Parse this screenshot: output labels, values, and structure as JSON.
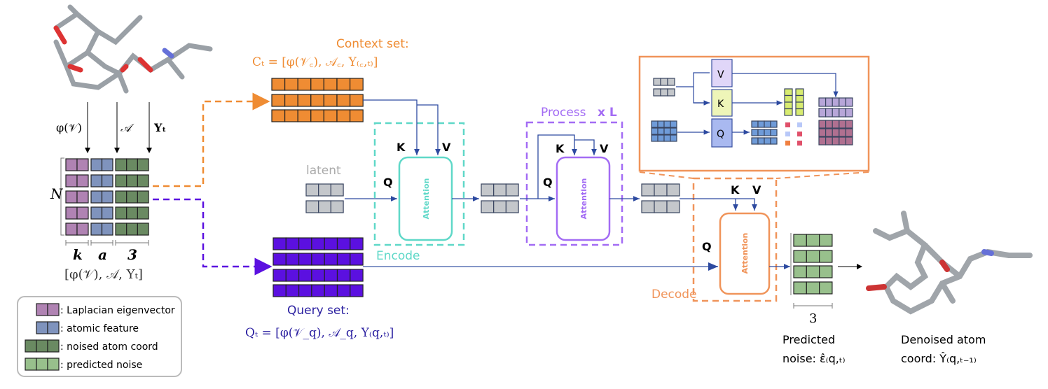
{
  "input": {
    "arrow_labels": [
      "φ(𝒱)",
      "𝒜",
      "Yₜ"
    ],
    "n_label": "N",
    "dim_labels": [
      "k",
      "a",
      "3"
    ],
    "formula": "[φ(𝒱), 𝒜, Yₜ]"
  },
  "legend": {
    "items": [
      {
        "label": ": Laplacian eigenvector",
        "color": "#b083b3"
      },
      {
        "label": ": atomic feature",
        "color": "#7f93bd"
      },
      {
        "label": ": noised atom coord",
        "color": "#6a8a62"
      },
      {
        "label": ": predicted noise",
        "color": "#98c08c"
      }
    ]
  },
  "context": {
    "title": "Context set:",
    "formula": "Cₜ = [φ(𝒱꜀), 𝒜꜀, Y₍꜀,ₜ₎]",
    "color": "#ef8c33"
  },
  "query": {
    "title": "Query set:",
    "formula": "Qₜ = [φ(𝒱_q), 𝒜_q, Y₍q,ₜ₎]",
    "color": "#5b10e0"
  },
  "latent_label": "latent",
  "encode": {
    "label": "Encode",
    "attention": "Attention",
    "k": "K",
    "v": "V",
    "q": "Q",
    "color": "#5fd8c8"
  },
  "process": {
    "label": "Process",
    "repeat": "x L",
    "attention": "Attention",
    "k": "K",
    "v": "V",
    "q": "Q",
    "color": "#a36cf4"
  },
  "decode": {
    "label": "Decode",
    "attention": "Attention",
    "k": "K",
    "v": "V",
    "q": "Q",
    "color": "#f0945a"
  },
  "inset": {
    "v": "V",
    "k": "K",
    "q": "Q"
  },
  "output": {
    "dim": "3",
    "predicted_line1": "Predicted",
    "predicted_line2": "noise: ε̂₍q,ₜ₎",
    "denoised_line1": "Denoised atom",
    "denoised_line2": "coord: Ŷ₍q,ₜ₋₁₎"
  }
}
